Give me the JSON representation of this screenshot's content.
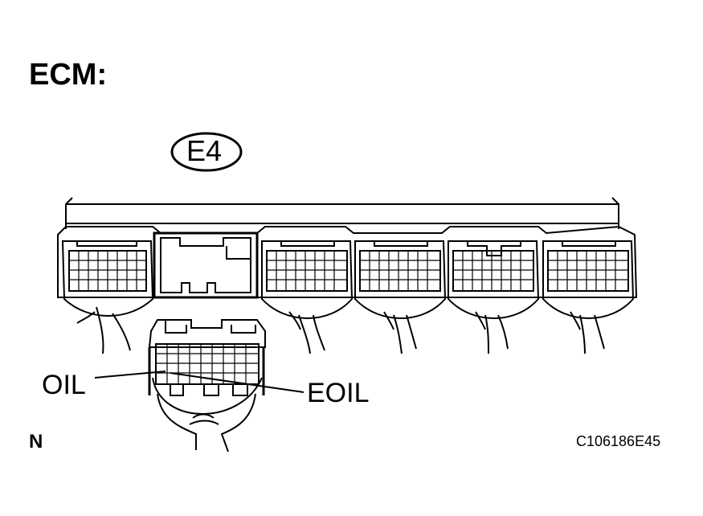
{
  "diagram": {
    "title": "ECM:",
    "connector_label": "E4",
    "terminals": {
      "oil": "OIL",
      "eoil": "EOIL"
    },
    "corner_mark": "N",
    "figure_code": "C106186E45"
  },
  "colors": {
    "ink": "#000000",
    "background": "#ffffff"
  }
}
